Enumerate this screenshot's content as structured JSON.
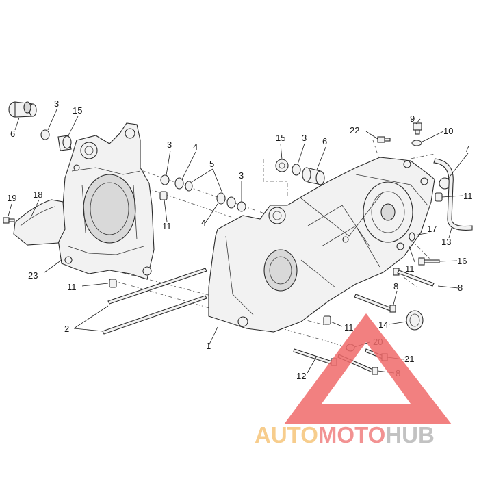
{
  "callouts": [
    "1",
    "2",
    "3",
    "4",
    "5",
    "6",
    "7",
    "8",
    "9",
    "10",
    "11",
    "12",
    "13",
    "14",
    "15",
    "16",
    "17",
    "18",
    "19",
    "20",
    "21",
    "22",
    "23"
  ],
  "watermark": {
    "text_part1": "AUTO",
    "text_part2": "MOTO",
    "text_part3": "HUB",
    "color_part1": "#f6c57a",
    "color_part2": "#f08080",
    "color_part3": "#b8b8b8",
    "triangle_color": "#f06a6a"
  }
}
